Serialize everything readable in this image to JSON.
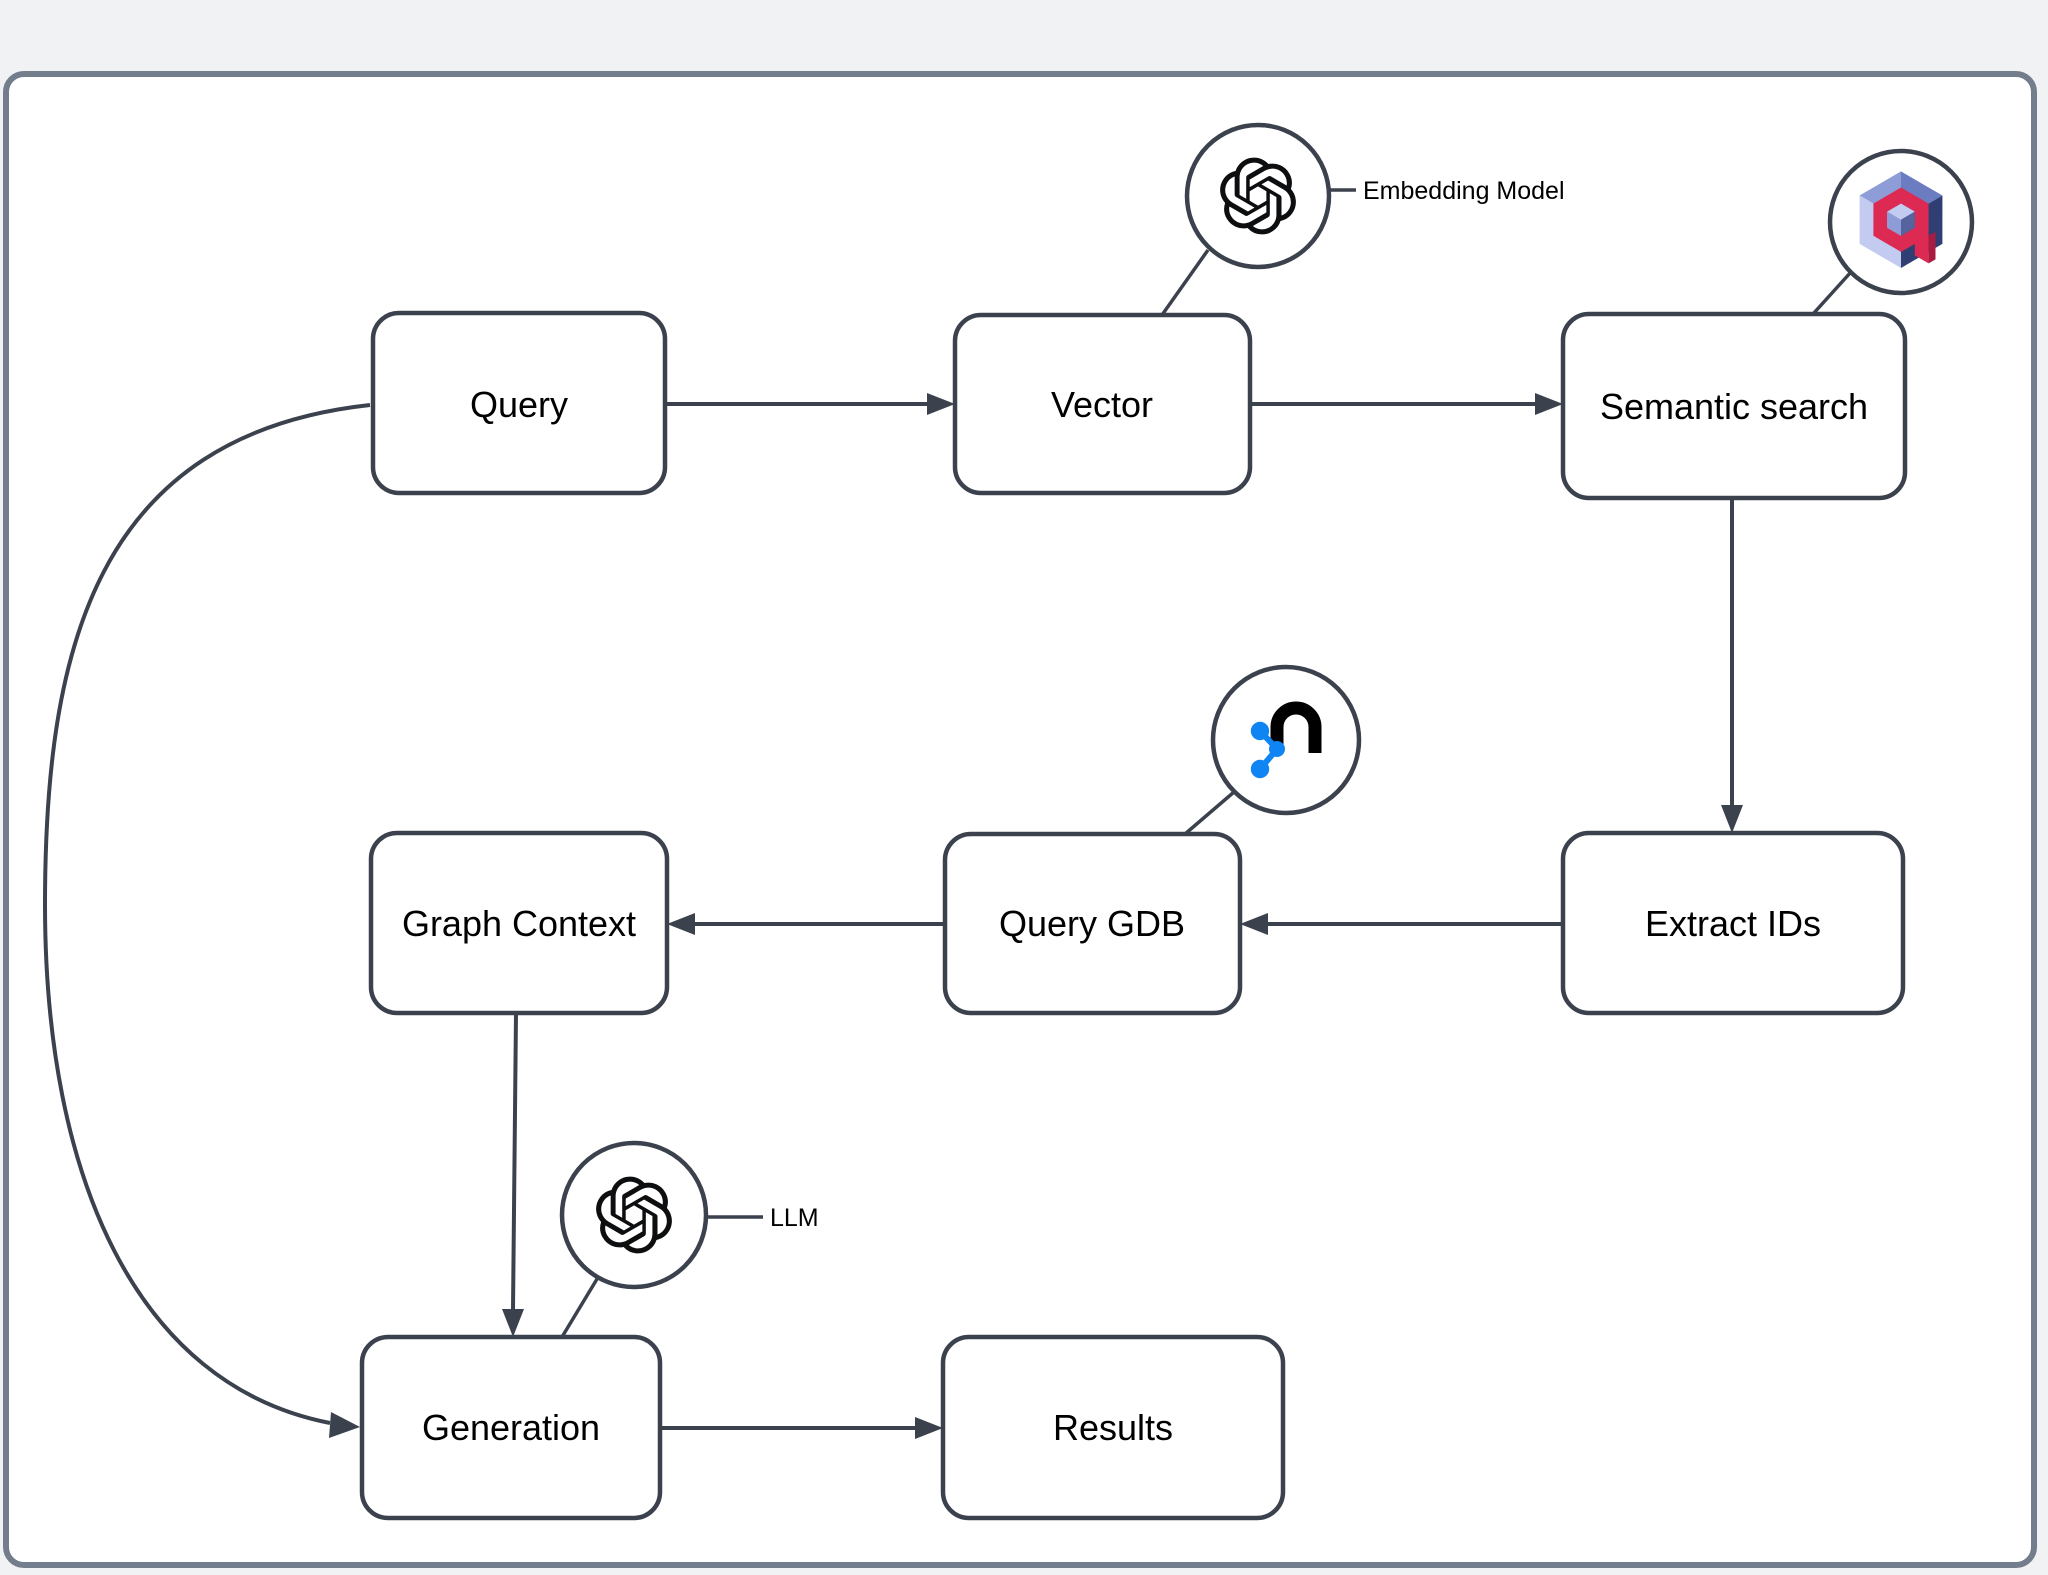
{
  "diagram": {
    "type": "flowchart",
    "nodes": {
      "query": {
        "label": "Query"
      },
      "vector": {
        "label": "Vector"
      },
      "semantic_search": {
        "label": "Semantic search"
      },
      "extract_ids": {
        "label": "Extract IDs"
      },
      "query_gdb": {
        "label": "Query GDB"
      },
      "graph_context": {
        "label": "Graph Context"
      },
      "generation": {
        "label": "Generation"
      },
      "results": {
        "label": "Results"
      }
    },
    "annotations": {
      "embedding_model": {
        "label": "Embedding Model",
        "icon": "openai-logo",
        "attached_to": "vector"
      },
      "vector_db": {
        "label": "",
        "icon": "qdrant-logo",
        "attached_to": "semantic_search"
      },
      "graph_db": {
        "label": "",
        "icon": "neo4j-logo",
        "attached_to": "query_gdb"
      },
      "llm": {
        "label": "LLM",
        "icon": "openai-logo",
        "attached_to": "generation"
      }
    },
    "edges": [
      {
        "from": "query",
        "to": "vector"
      },
      {
        "from": "vector",
        "to": "semantic_search"
      },
      {
        "from": "semantic_search",
        "to": "extract_ids"
      },
      {
        "from": "extract_ids",
        "to": "query_gdb"
      },
      {
        "from": "query_gdb",
        "to": "graph_context"
      },
      {
        "from": "graph_context",
        "to": "generation"
      },
      {
        "from": "query",
        "to": "generation",
        "shape": "left-curve"
      },
      {
        "from": "generation",
        "to": "results"
      }
    ],
    "colors": {
      "page_background": "#f1f2f4",
      "canvas_background": "#ffffff",
      "canvas_border": "#747d8c",
      "shape_stroke": "#3b424d",
      "text": "#000000",
      "openai_black": "#0d0e10",
      "neo4j_blue": "#0e85f3",
      "qdrant_red": "#dc2a53",
      "qdrant_dark_red": "#a81c41",
      "qdrant_navy": "#2f3f73",
      "qdrant_light": "#c3cbf0",
      "qdrant_mid_blue": "#8d9bd6",
      "qdrant_top_left": "#8e9dd8",
      "qdrant_top_right": "#6b7cc0"
    }
  }
}
